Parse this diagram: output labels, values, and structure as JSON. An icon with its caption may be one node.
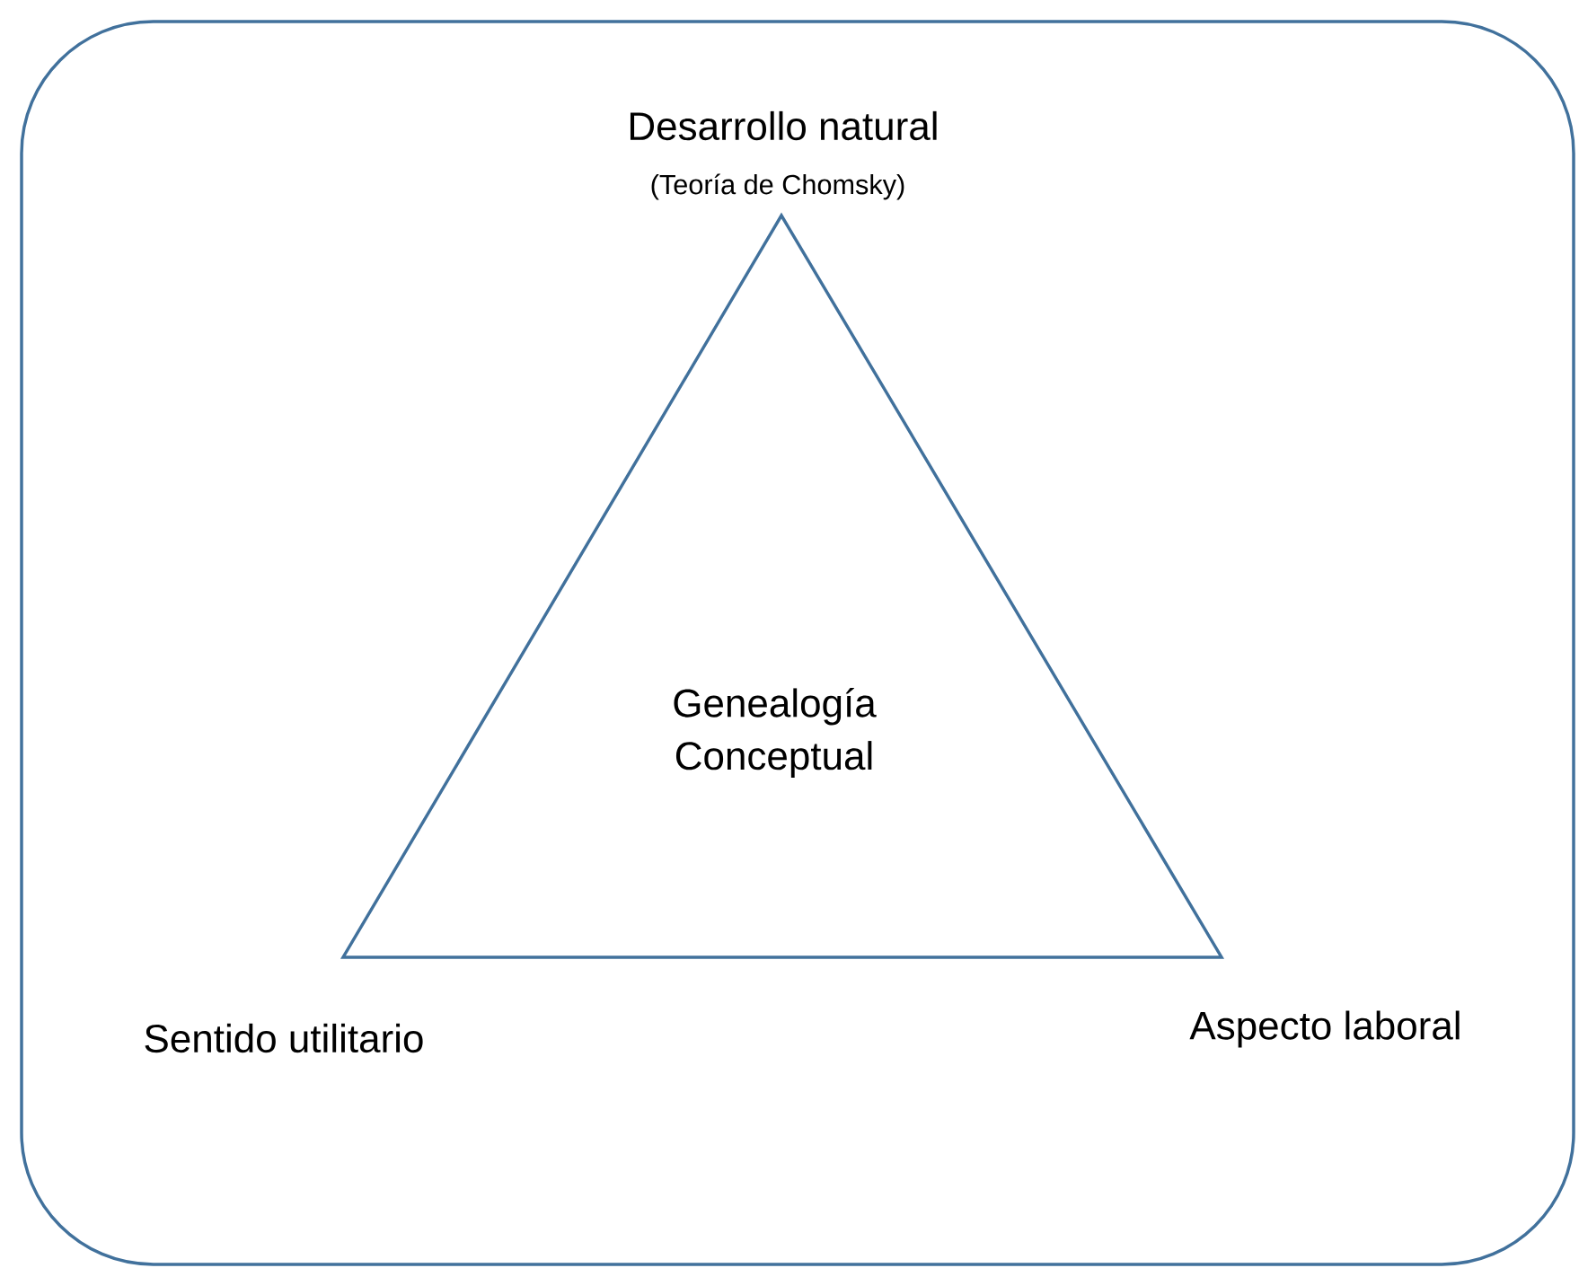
{
  "diagram": {
    "nodes": [
      {
        "text": [],
        "shape": "box"
      },
      {
        "text": [
          "Genealogía Conceptual"
        ],
        "in": 0
      }
    ],
    "labels": [
      "Desarrollo natural",
      "(Teoría de Chomsky)",
      "Sentido utilitario",
      "Aspecto laboral"
    ]
  }
}
